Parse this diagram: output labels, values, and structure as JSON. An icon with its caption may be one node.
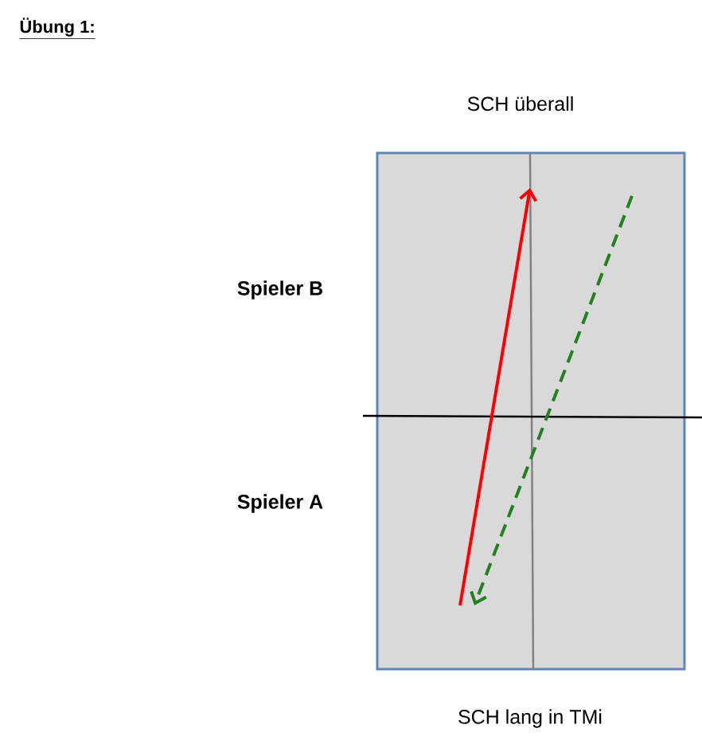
{
  "diagram": {
    "title": "Übung 1:",
    "labels": [
      "SCH überall",
      "Spieler B",
      "Spieler A",
      "SCH lang in TMi"
    ]
  }
}
